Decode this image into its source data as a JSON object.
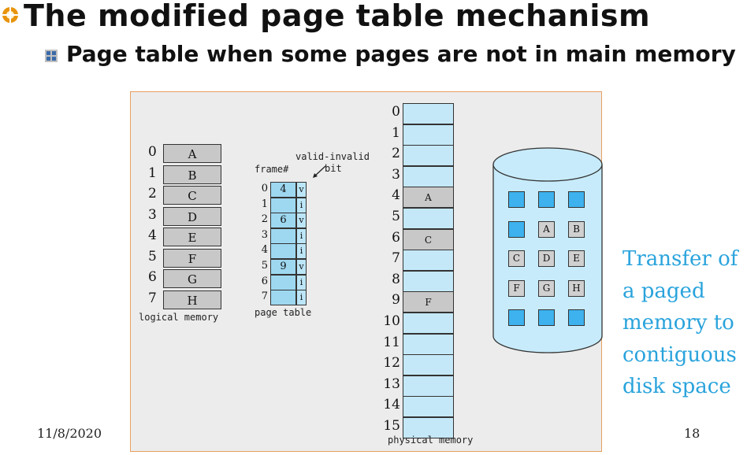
{
  "slide": {
    "title": "The modified page table mechanism",
    "subtitle": "Page table when some pages are not in main memory",
    "date": "11/8/2020",
    "page_number": "18",
    "side_note": "Transfer of a paged memory to contiguous disk space"
  },
  "logical_memory": {
    "label": "logical memory",
    "indices": [
      "0",
      "1",
      "2",
      "3",
      "4",
      "5",
      "6",
      "7"
    ],
    "pages": [
      "A",
      "B",
      "C",
      "D",
      "E",
      "F",
      "G",
      "H"
    ]
  },
  "page_table": {
    "label": "page table",
    "frame_header": "frame#",
    "valid_invalid_header": "valid-invalid",
    "bit_header": "bit",
    "indices": [
      "0",
      "1",
      "2",
      "3",
      "4",
      "5",
      "6",
      "7"
    ],
    "frames": [
      "4",
      "",
      "6",
      "",
      "",
      "9",
      "",
      ""
    ],
    "bits": [
      "v",
      "i",
      "v",
      "i",
      "i",
      "v",
      "i",
      "i"
    ]
  },
  "physical_memory": {
    "label": "physical memory",
    "indices": [
      "0",
      "1",
      "2",
      "3",
      "4",
      "5",
      "6",
      "7",
      "8",
      "9",
      "10",
      "11",
      "12",
      "13",
      "14",
      "15"
    ],
    "contents": [
      "",
      "",
      "",
      "",
      "A",
      "",
      "C",
      "",
      "",
      "F",
      "",
      "",
      "",
      "",
      "",
      ""
    ]
  },
  "disk": {
    "blocks": [
      [
        "",
        "",
        ""
      ],
      [
        "",
        "A",
        "B"
      ],
      [
        "C",
        "D",
        "E"
      ],
      [
        "F",
        "G",
        "H"
      ],
      [
        "",
        "",
        ""
      ]
    ]
  },
  "colors": {
    "memory_cell": "#c4e8f8",
    "used_cell": "#c8c8c8",
    "disk_fill": "#c7ebfa",
    "free_block": "#3db2ee",
    "note_text": "#29a3dc"
  }
}
